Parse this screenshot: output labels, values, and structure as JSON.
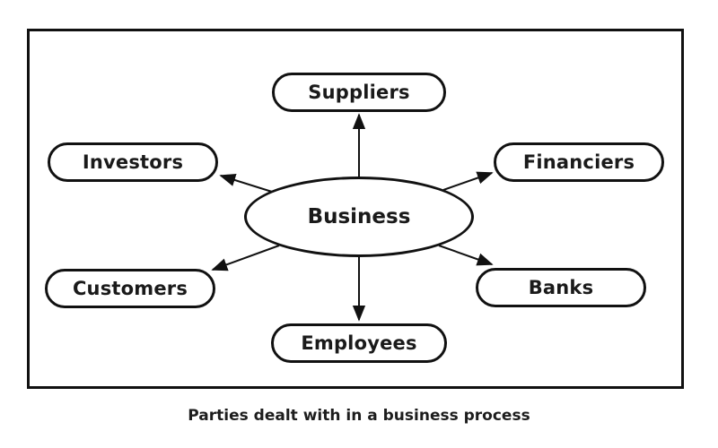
{
  "diagram": {
    "type": "radial-diagram",
    "caption": "Parties dealt with in a business process",
    "center": {
      "id": "business",
      "label": "Business",
      "shape": "ellipse"
    },
    "nodes": [
      {
        "id": "suppliers",
        "label": "Suppliers",
        "shape": "stadium",
        "position": "top"
      },
      {
        "id": "investors",
        "label": "Investors",
        "shape": "stadium",
        "position": "upper-left"
      },
      {
        "id": "financiers",
        "label": "Financiers",
        "shape": "stadium",
        "position": "upper-right"
      },
      {
        "id": "customers",
        "label": "Customers",
        "shape": "stadium",
        "position": "lower-left"
      },
      {
        "id": "banks",
        "label": "Banks",
        "shape": "stadium",
        "position": "lower-right"
      },
      {
        "id": "employees",
        "label": "Employees",
        "shape": "stadium",
        "position": "bottom"
      }
    ],
    "edges": [
      {
        "from": "business",
        "to": "suppliers",
        "arrow": "to"
      },
      {
        "from": "business",
        "to": "investors",
        "arrow": "to"
      },
      {
        "from": "business",
        "to": "financiers",
        "arrow": "to"
      },
      {
        "from": "business",
        "to": "customers",
        "arrow": "to"
      },
      {
        "from": "business",
        "to": "banks",
        "arrow": "to"
      },
      {
        "from": "business",
        "to": "employees",
        "arrow": "to"
      }
    ],
    "colors": {
      "stroke": "#111111",
      "background": "#ffffff",
      "text": "#1a1a1a"
    }
  }
}
